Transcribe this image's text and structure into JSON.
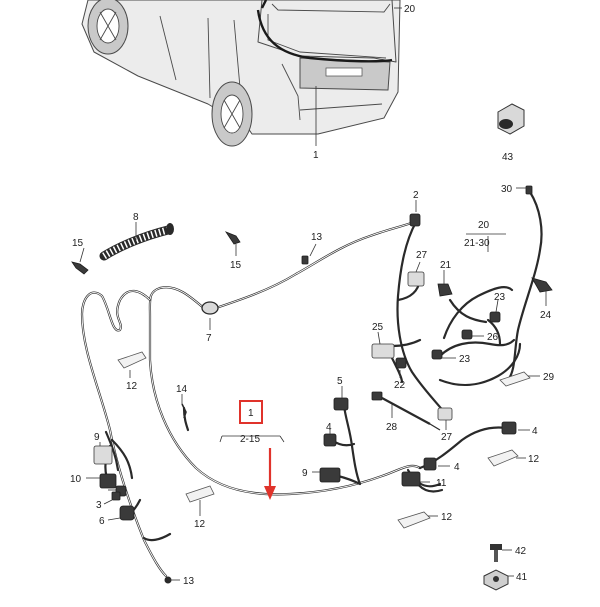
{
  "callouts": [
    {
      "id": "c20a",
      "text": "20"
    },
    {
      "id": "c1a",
      "text": "1"
    },
    {
      "id": "c43",
      "text": "43"
    },
    {
      "id": "c2",
      "text": "2"
    },
    {
      "id": "c30",
      "text": "30"
    },
    {
      "id": "c8",
      "text": "8"
    },
    {
      "id": "c15a",
      "text": "15"
    },
    {
      "id": "c15b",
      "text": "15"
    },
    {
      "id": "c13a",
      "text": "13"
    },
    {
      "id": "c20b",
      "text": "20"
    },
    {
      "id": "c2130",
      "text": "21-30"
    },
    {
      "id": "c27a",
      "text": "27"
    },
    {
      "id": "c21",
      "text": "21"
    },
    {
      "id": "c23a",
      "text": "23"
    },
    {
      "id": "c24",
      "text": "24"
    },
    {
      "id": "c7",
      "text": "7"
    },
    {
      "id": "c25",
      "text": "25"
    },
    {
      "id": "c26",
      "text": "26"
    },
    {
      "id": "c23b",
      "text": "23"
    },
    {
      "id": "c22",
      "text": "22"
    },
    {
      "id": "c12a",
      "text": "12"
    },
    {
      "id": "c14",
      "text": "14"
    },
    {
      "id": "c5",
      "text": "5"
    },
    {
      "id": "c29",
      "text": "29"
    },
    {
      "id": "c1b",
      "text": "1"
    },
    {
      "id": "c215",
      "text": "2-15"
    },
    {
      "id": "c28",
      "text": "28"
    },
    {
      "id": "c27b",
      "text": "27"
    },
    {
      "id": "c4a",
      "text": "4"
    },
    {
      "id": "c4b",
      "text": "4"
    },
    {
      "id": "c9a",
      "text": "9"
    },
    {
      "id": "c4c",
      "text": "4"
    },
    {
      "id": "c12b",
      "text": "12"
    },
    {
      "id": "c10",
      "text": "10"
    },
    {
      "id": "c9b",
      "text": "9"
    },
    {
      "id": "c11",
      "text": "11"
    },
    {
      "id": "c3",
      "text": "3"
    },
    {
      "id": "c12c",
      "text": "12"
    },
    {
      "id": "c12d",
      "text": "12"
    },
    {
      "id": "c6",
      "text": "6"
    },
    {
      "id": "c42",
      "text": "42"
    },
    {
      "id": "c13b",
      "text": "13"
    },
    {
      "id": "c41",
      "text": "41"
    }
  ],
  "colors": {
    "highlight": "#e0332b",
    "wire": "#2a2a2a",
    "line": "#333333"
  },
  "icons": {
    "car": "rear-car-illustration",
    "grommet": "grommet-icon",
    "bolt": "bolt-icon",
    "nut": "nut-icon"
  }
}
